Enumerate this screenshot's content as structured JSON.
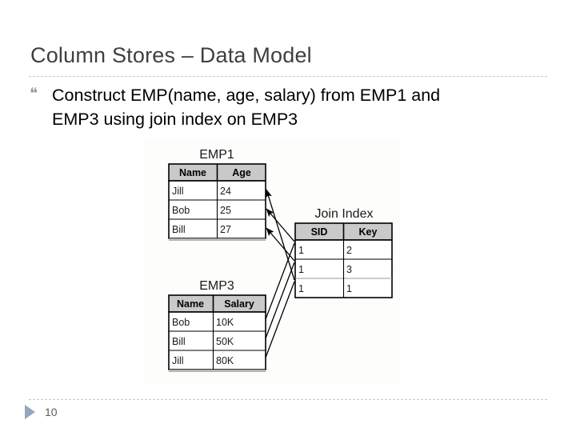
{
  "slide": {
    "title": "Column Stores – Data Model",
    "bullet_marker": "❝",
    "body_lines": [
      "Construct EMP(name, age, salary) from EMP1 and",
      "EMP3 using join index on EMP3"
    ],
    "slide_number": "10",
    "colors": {
      "title": "#3f3f3f",
      "body": "#000000",
      "rule": "#c3c9cf",
      "footer_triangle": "#93a8c0",
      "table_header_fill": "#c9c9c9",
      "table_border": "#000000"
    }
  },
  "diagram": {
    "tables": [
      {
        "name": "EMP1",
        "caption": "EMP1",
        "columns": [
          "Name",
          "Age"
        ],
        "rows": [
          [
            "Jill",
            "24"
          ],
          [
            "Bob",
            "25"
          ],
          [
            "Bill",
            "27"
          ]
        ]
      },
      {
        "name": "JoinIndex",
        "caption": "Join Index",
        "columns": [
          "SID",
          "Key"
        ],
        "rows": [
          [
            "1",
            "2"
          ],
          [
            "1",
            "3"
          ],
          [
            "1",
            "1"
          ]
        ]
      },
      {
        "name": "EMP3",
        "caption": "EMP3",
        "columns": [
          "Name",
          "Salary"
        ],
        "rows": [
          [
            "Bob",
            "10K"
          ],
          [
            "Bill",
            "50K"
          ],
          [
            "Jill",
            "80K"
          ]
        ]
      }
    ],
    "connectors": {
      "description": "Arrows from Join Index rows fan left: three arrowheads point into EMP1 rows, three lines run down to EMP3 rows",
      "arrow_count_to_emp1": 3,
      "line_count_to_emp3": 3
    }
  }
}
